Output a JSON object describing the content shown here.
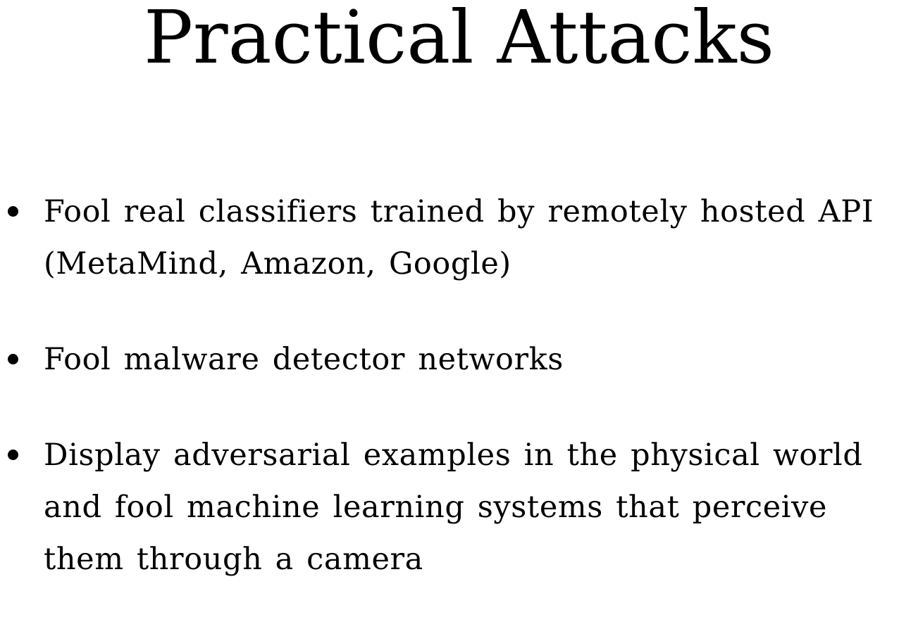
{
  "slide": {
    "title": "Practical Attacks",
    "bullets": [
      "Fool real classifiers trained by remotely hosted API (MetaMind, Amazon, Google)",
      "Fool malware detector networks",
      "Display adversarial examples in the physical world and fool machine learning systems that perceive them through a camera"
    ]
  }
}
